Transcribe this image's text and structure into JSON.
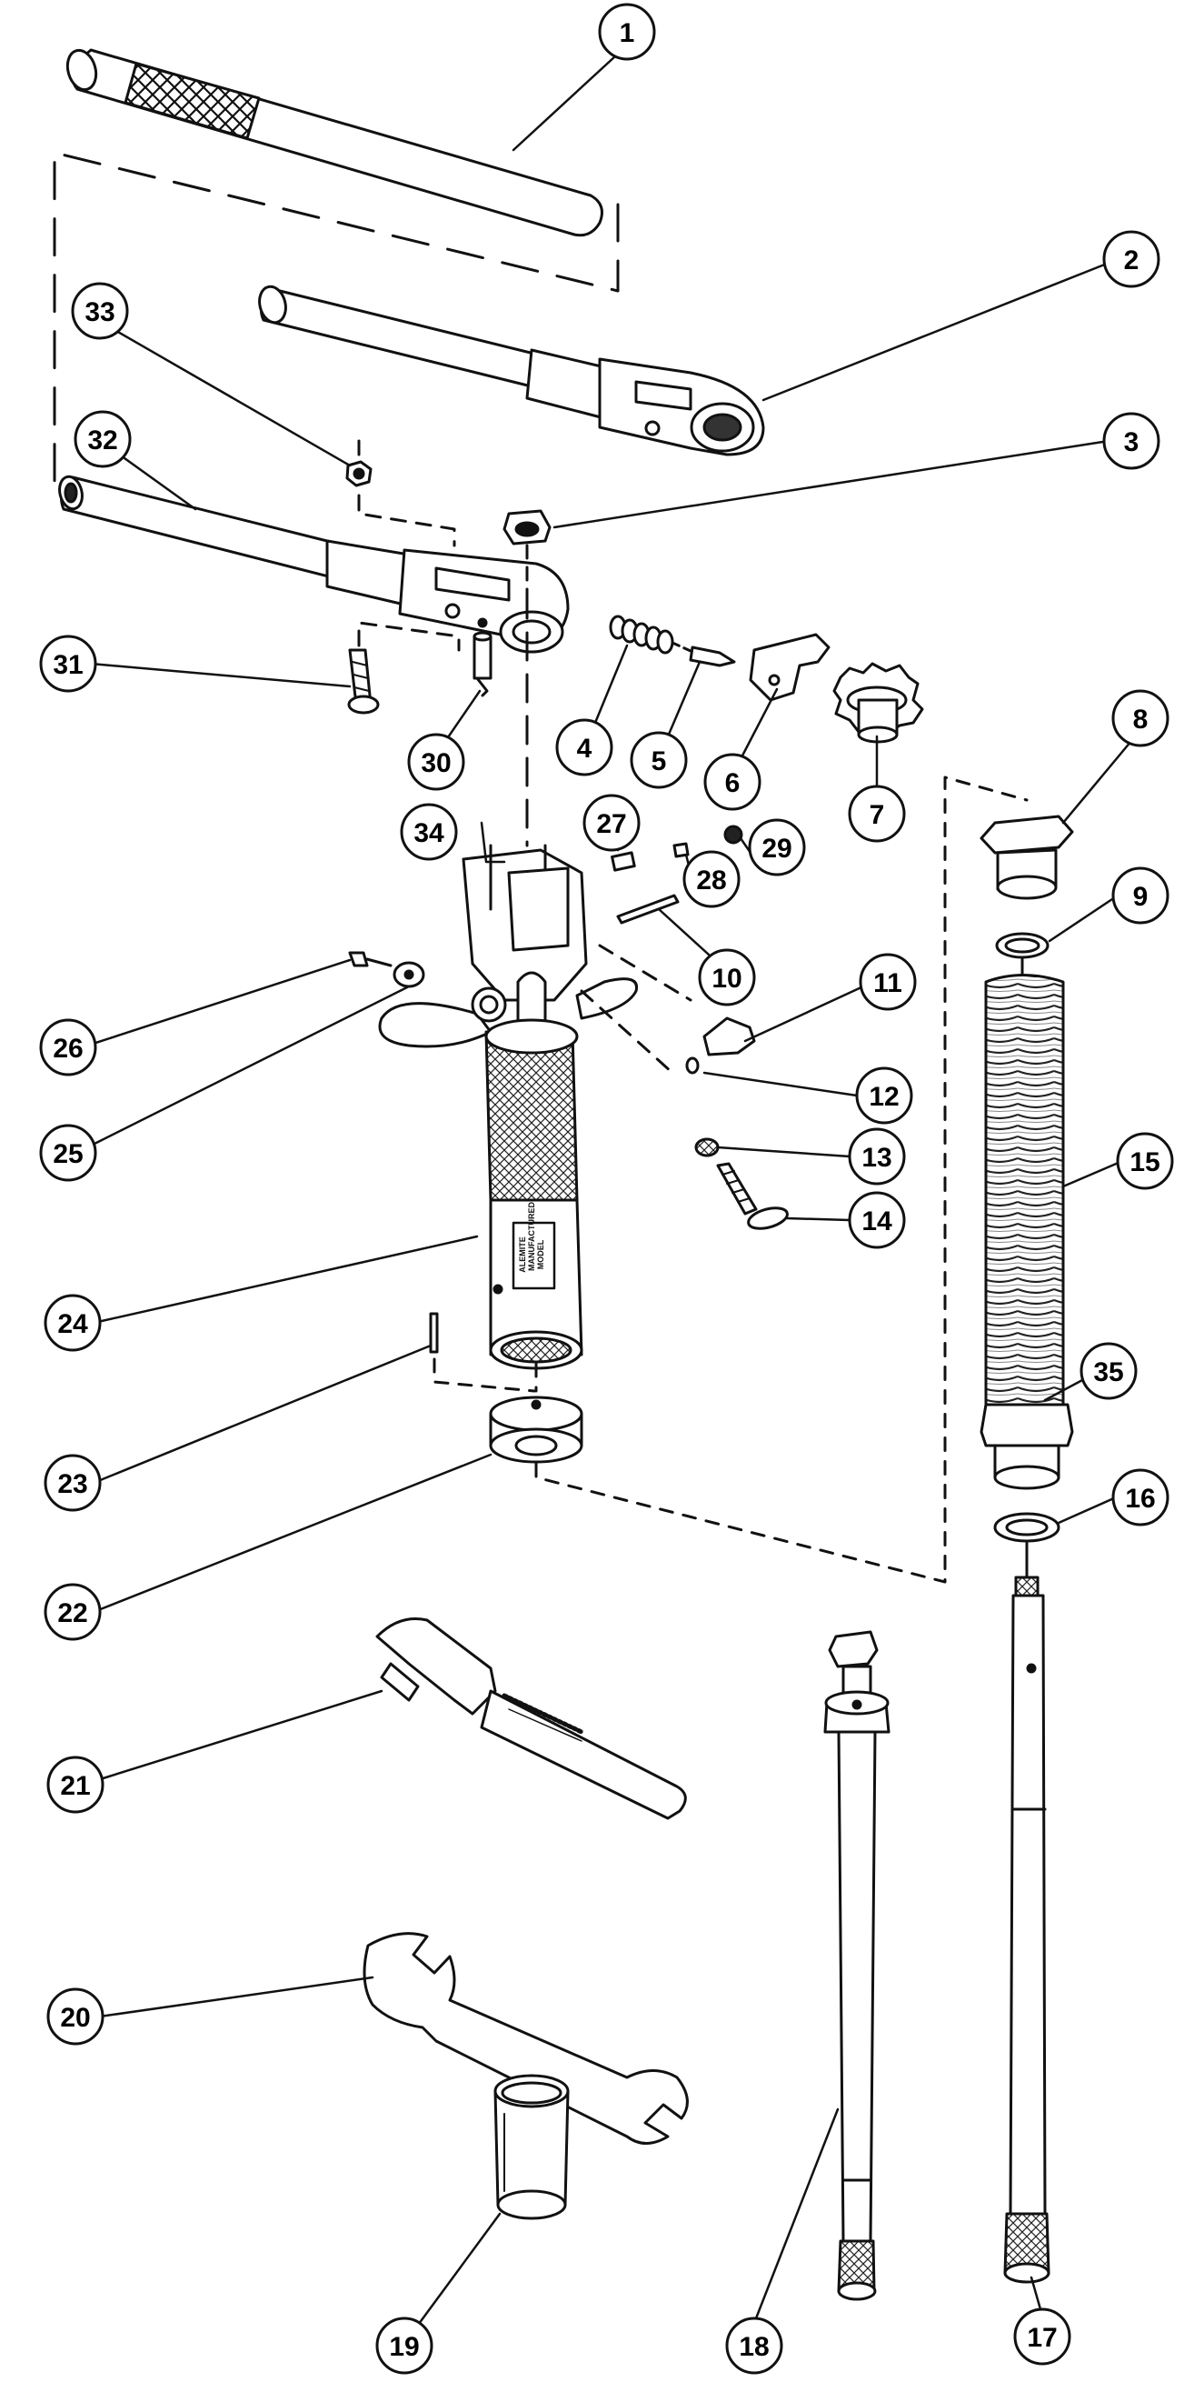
{
  "diagram": {
    "parts": {
      "p1": "1",
      "p2": "2",
      "p3": "3",
      "p4": "4",
      "p5": "5",
      "p6": "6",
      "p7": "7",
      "p8": "8",
      "p9": "9",
      "p10": "10",
      "p11": "11",
      "p12": "12",
      "p13": "13",
      "p14": "14",
      "p15": "15",
      "p16": "16",
      "p17": "17",
      "p18": "18",
      "p19": "19",
      "p20": "20",
      "p21": "21",
      "p22": "22",
      "p23": "23",
      "p24": "24",
      "p25": "25",
      "p26": "26",
      "p27": "27",
      "p28": "28",
      "p29": "29",
      "p30": "30",
      "p31": "31",
      "p32": "32",
      "p33": "33",
      "p34": "34",
      "p35": "35"
    },
    "nameplate": [
      "MANUFACTURED",
      "ALEMITE",
      "MODEL"
    ]
  }
}
